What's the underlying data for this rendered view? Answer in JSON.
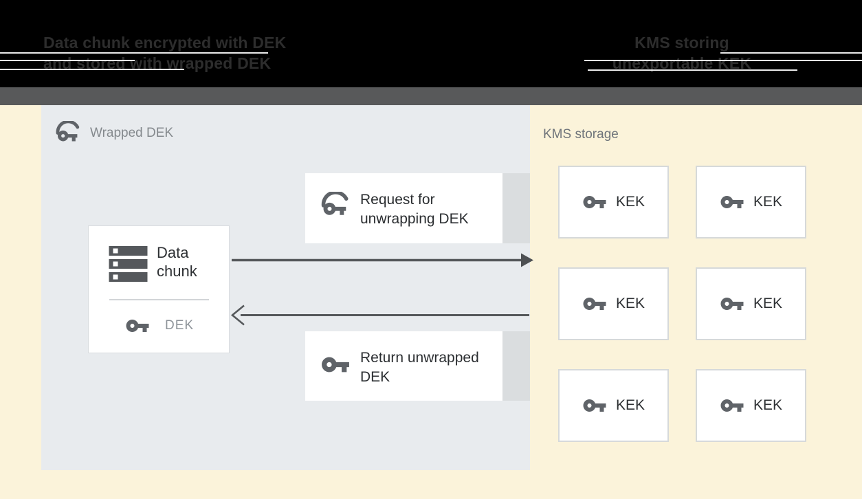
{
  "header": {
    "left": {
      "line1": "Data chunk encrypted with DEK",
      "line2": "and stored with wrapped DEK"
    },
    "right": {
      "line1": "KMS storing",
      "line2": "unexportable KEK"
    }
  },
  "wrapped_dek_panel": {
    "label": "Wrapped DEK",
    "data_chunk": {
      "title": "Data chunk",
      "key_label": "DEK"
    },
    "request_box": {
      "label": "Request for unwrapping DEK"
    },
    "return_box": {
      "label": "Return unwrapped DEK"
    }
  },
  "kms_panel": {
    "label": "KMS storage",
    "keks": [
      "KEK",
      "KEK",
      "KEK",
      "KEK",
      "KEK",
      "KEK"
    ]
  },
  "icons": {
    "wrapped_key": "wrapped-key-icon",
    "plain_key": "key-icon",
    "data_chunk": "server-stack-icon"
  },
  "colors": {
    "page_bg": "#fbf3da",
    "panel_bg": "#e8ebee",
    "header_bg": "#000000",
    "header_text": "#2d2d2d",
    "divider_bar": "#58595a",
    "box_tail": "#dadddf",
    "icon_gray": "#5f6368",
    "arrow": "#55585b",
    "arrow_head": "#4d5053"
  }
}
